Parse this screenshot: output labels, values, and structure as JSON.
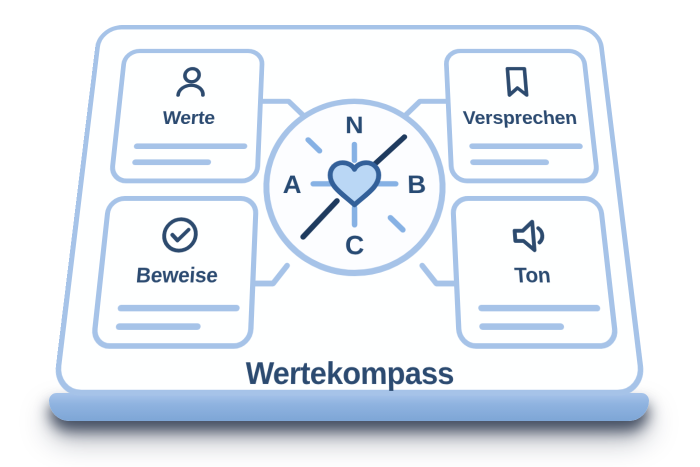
{
  "title": "Wertekompass",
  "cards": [
    {
      "label": "Werte",
      "icon": "person-icon"
    },
    {
      "label": "Versprechen",
      "icon": "bookmark-icon"
    },
    {
      "label": "Beweise",
      "icon": "check-circle-icon"
    },
    {
      "label": "Ton",
      "icon": "speaker-icon"
    }
  ],
  "compass": {
    "north": "N",
    "west": "A",
    "east": "B",
    "south": "C",
    "center_icon": "heart-icon"
  },
  "colors": {
    "outline_blue": "#a6c3e8",
    "tick_blue": "#86b1e4",
    "navy_text": "#2b4a70",
    "needle_navy": "#1e3a5e",
    "heart_fill": "#bad7f5",
    "heart_stroke": "#336099",
    "edge_band": "#8fb3e0"
  }
}
